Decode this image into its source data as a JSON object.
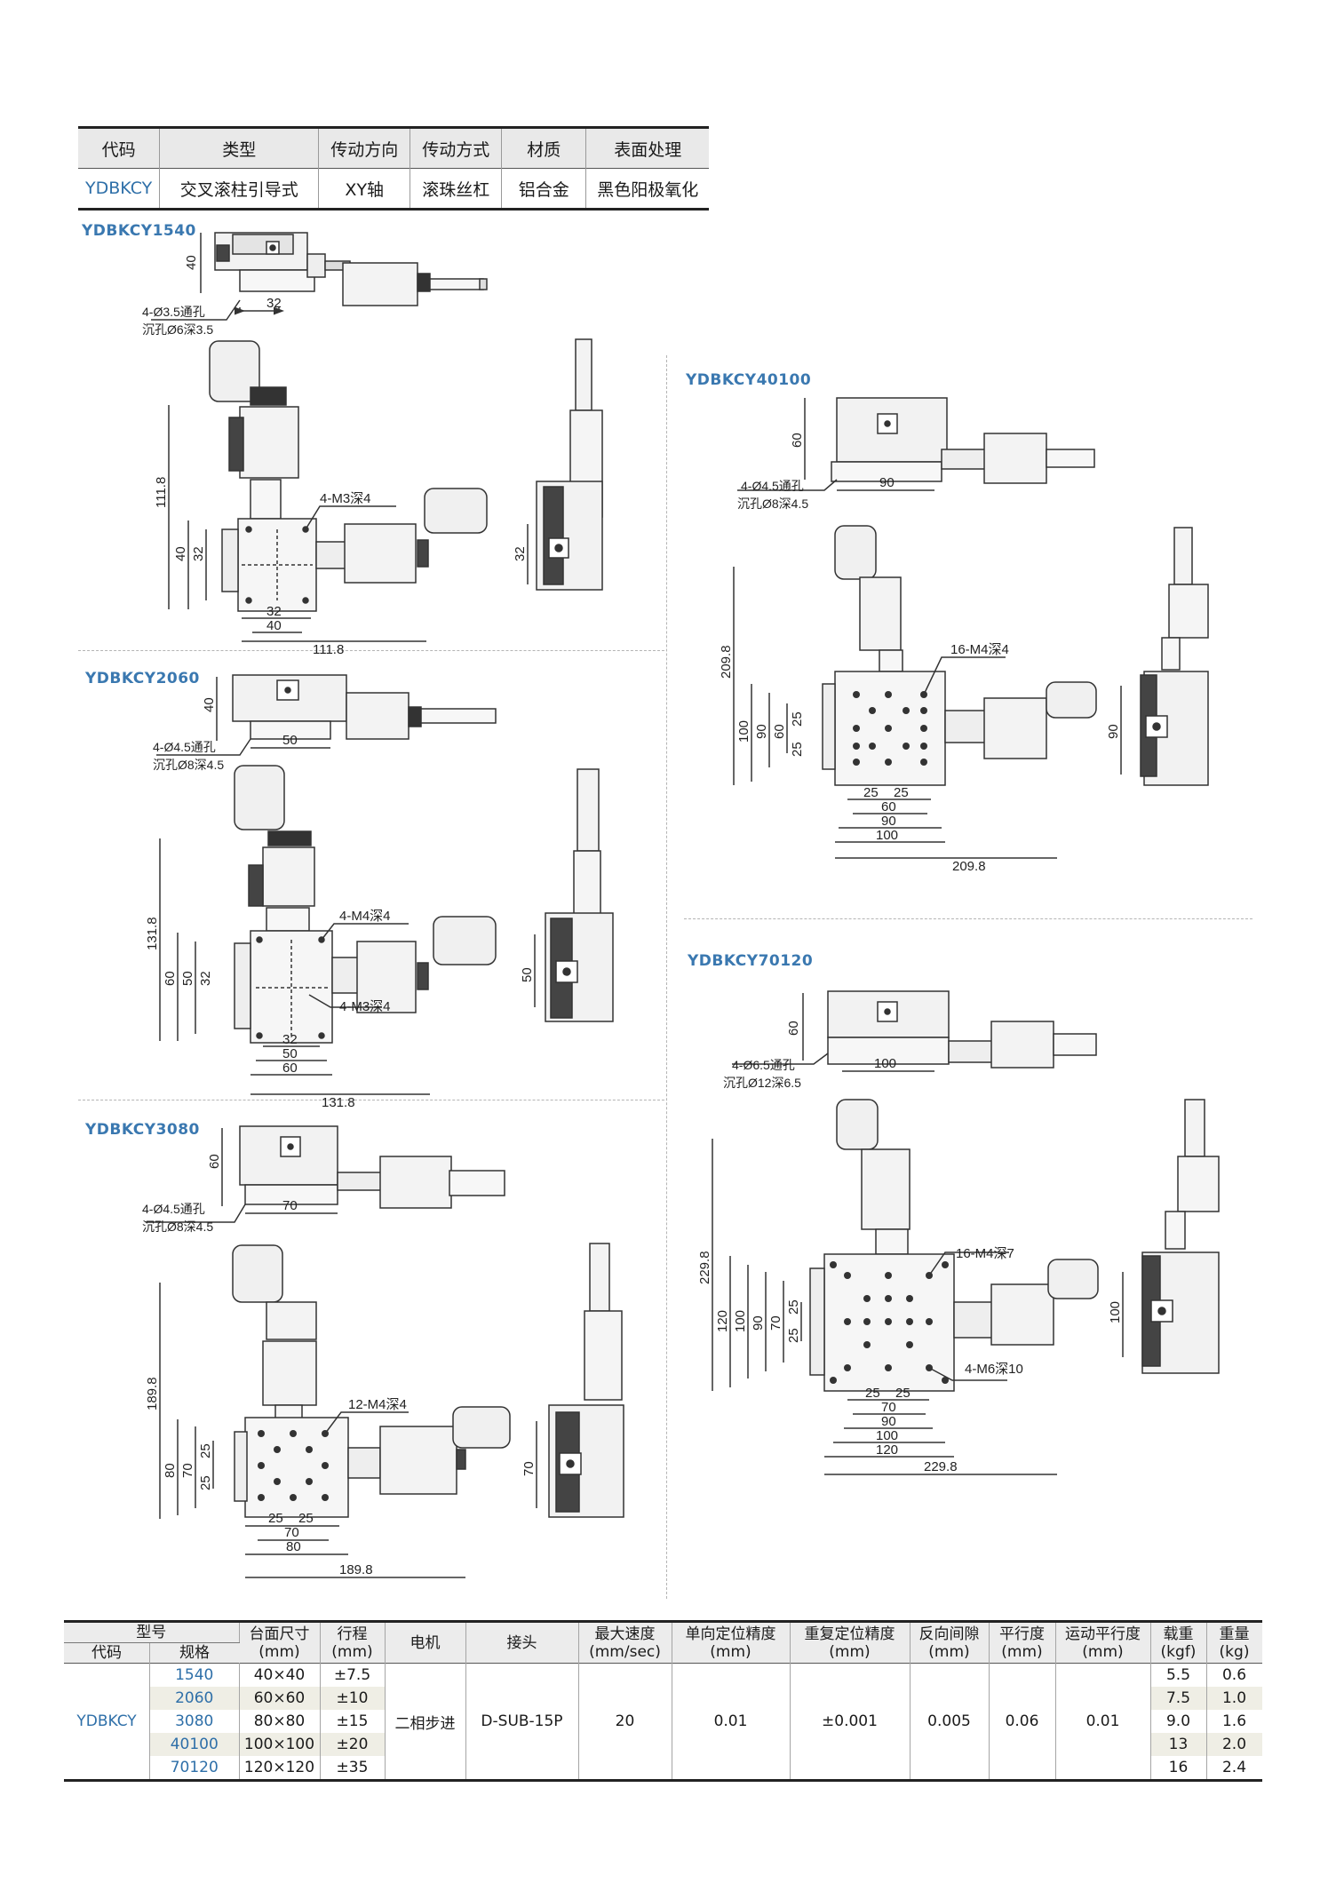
{
  "info_table": {
    "headers": [
      "代码",
      "类型",
      "传动方向",
      "传动方式",
      "材质",
      "表面处理"
    ],
    "row": [
      "YDBKCY",
      "交叉滚柱引导式",
      "XY轴",
      "滚珠丝杠",
      "铝合金",
      "黑色阳极氧化"
    ]
  },
  "models": {
    "m1540": {
      "label": "YDBKCY1540",
      "side_height": "40",
      "side_pitch": "32",
      "hole_1": "4-Ø3.5通孔",
      "hole_2": "沉孔Ø6深3.5",
      "total": "111.8",
      "tap": "4-M3深4",
      "table": "40",
      "pitch": "32",
      "end_view": "32"
    },
    "m2060": {
      "label": "YDBKCY2060",
      "side_height": "40",
      "side_pitch": "50",
      "hole_1": "4-Ø4.5通孔",
      "hole_2": "沉孔Ø8深4.5",
      "total": "131.8",
      "tap_1": "4-M4深4",
      "tap_2": "4-M3深4",
      "table": "60",
      "pitch_outer": "50",
      "pitch_inner": "32",
      "end_view": "50"
    },
    "m3080": {
      "label": "YDBKCY3080",
      "side_height": "60",
      "side_pitch": "70",
      "hole_1": "4-Ø4.5通孔",
      "hole_2": "沉孔Ø8深4.5",
      "total": "189.8",
      "tap": "12-M4深4",
      "table": "80",
      "pitch_outer": "70",
      "grid": "25",
      "end_view": "70"
    },
    "m40100": {
      "label": "YDBKCY40100",
      "side_height": "60",
      "side_pitch": "90",
      "hole_1": "4-Ø4.5通孔",
      "hole_2": "沉孔Ø8深4.5",
      "total": "209.8",
      "tap": "16-M4深4",
      "table": "100",
      "pitch_outer": "90",
      "pitch_mid": "60",
      "grid": "25",
      "end_view": "90"
    },
    "m70120": {
      "label": "YDBKCY70120",
      "side_height": "60",
      "side_pitch": "100",
      "hole_1": "4-Ø6.5通孔",
      "hole_2": "沉孔Ø12深6.5",
      "total": "229.8",
      "tap_1": "16-M4深7",
      "tap_2": "4-M6深10",
      "table": "120",
      "pitch_outer": "100",
      "pitch_mid": "90",
      "pitch_inner": "70",
      "grid": "25",
      "end_view": "100"
    }
  },
  "spec_table": {
    "header_model": "型号",
    "header_code": "代码",
    "header_spec": "规格",
    "columns": [
      {
        "name": "台面尺寸",
        "unit": "(mm)"
      },
      {
        "name": "行程",
        "unit": "(mm)"
      },
      {
        "name": "电机",
        "unit": ""
      },
      {
        "name": "接头",
        "unit": ""
      },
      {
        "name": "最大速度",
        "unit": "(mm/sec)"
      },
      {
        "name": "单向定位精度",
        "unit": "(mm)"
      },
      {
        "name": "重复定位精度",
        "unit": "(mm)"
      },
      {
        "name": "反向间隙",
        "unit": "(mm)"
      },
      {
        "name": "平行度",
        "unit": "(mm)"
      },
      {
        "name": "运动平行度",
        "unit": "(mm)"
      },
      {
        "name": "载重",
        "unit": "(kgf)"
      },
      {
        "name": "重量",
        "unit": "(kg)"
      }
    ],
    "code": "YDBKCY",
    "motor": "二相步进",
    "connector": "D-SUB-15P",
    "max_speed": "20",
    "uni_accuracy": "0.01",
    "repeat_accuracy": "±0.001",
    "backlash": "0.005",
    "parallelism": "0.06",
    "motion_parallelism": "0.01",
    "rows": [
      {
        "spec": "1540",
        "table_size": "40×40",
        "stroke": "±7.5",
        "load": "5.5",
        "weight": "0.6"
      },
      {
        "spec": "2060",
        "table_size": "60×60",
        "stroke": "±10",
        "load": "7.5",
        "weight": "1.0"
      },
      {
        "spec": "3080",
        "table_size": "80×80",
        "stroke": "±15",
        "load": "9.0",
        "weight": "1.6"
      },
      {
        "spec": "40100",
        "table_size": "100×100",
        "stroke": "±20",
        "load": "13",
        "weight": "2.0"
      },
      {
        "spec": "70120",
        "table_size": "120×120",
        "stroke": "±35",
        "load": "16",
        "weight": "2.4"
      }
    ]
  }
}
